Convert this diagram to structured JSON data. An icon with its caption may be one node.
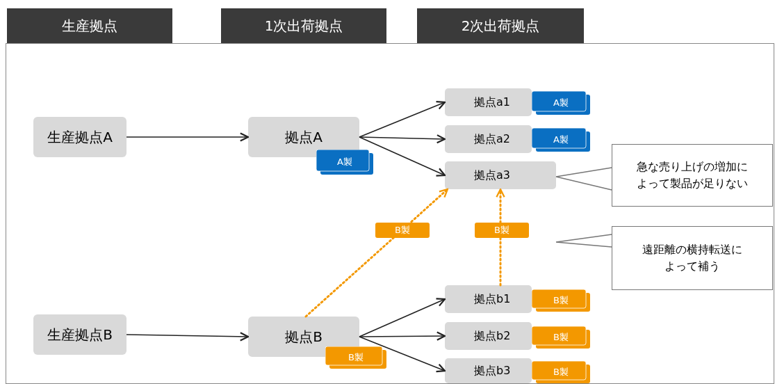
{
  "diagram": {
    "nodes": [
      {
        "text": [
          "生産拠点"
        ]
      },
      {
        "text": [
          "1次出荷拠点"
        ]
      },
      {
        "text": [
          "2次出荷拠点"
        ]
      },
      {
        "text": [
          "生産拠点A"
        ]
      },
      {
        "text": [
          "拠点A"
        ]
      },
      {
        "text": [
          "A製"
        ]
      },
      {
        "text": [
          "拠点a1"
        ]
      },
      {
        "text": [
          "A製"
        ]
      },
      {
        "text": [
          "拠点a2"
        ]
      },
      {
        "text": [
          "A製"
        ]
      },
      {
        "text": [
          "拠点a3"
        ]
      },
      {
        "text": [
          "急な売り上げの増加によって製品が足りない"
        ]
      },
      {
        "text": [
          "遠距離の横持転送によって補う"
        ]
      },
      {
        "text": [
          "生産拠点B"
        ]
      },
      {
        "text": [
          "拠点B"
        ]
      },
      {
        "text": [
          "B製"
        ]
      },
      {
        "text": [
          "拠点b1"
        ]
      },
      {
        "text": [
          "B製"
        ]
      },
      {
        "text": [
          "拠点b2"
        ]
      },
      {
        "text": [
          "B製"
        ]
      },
      {
        "text": [
          "拠点b3"
        ]
      },
      {
        "text": [
          "B製"
        ]
      }
    ],
    "edges": [
      {
        "from": 3,
        "to": 4,
        "arrow": "to"
      },
      {
        "from": 4,
        "to": 6,
        "arrow": "to"
      },
      {
        "from": 4,
        "to": 8,
        "arrow": "to"
      },
      {
        "from": 4,
        "to": 10,
        "arrow": "to"
      },
      {
        "from": 13,
        "to": 14,
        "arrow": "to"
      },
      {
        "from": 14,
        "to": 16,
        "arrow": "to"
      },
      {
        "from": 14,
        "to": 18,
        "arrow": "to"
      },
      {
        "from": 14,
        "to": 20,
        "arrow": "to"
      },
      {
        "from": 14,
        "to": 10,
        "arrow": "to",
        "label": "B製",
        "style": "dashed",
        "color": "#f39800"
      },
      {
        "from": 16,
        "to": 10,
        "arrow": "to",
        "label": "B製",
        "style": "dashed",
        "color": "#f39800"
      },
      {
        "from": 11,
        "to": 10,
        "arrow": "none",
        "color": "#777777"
      },
      {
        "from": 12,
        "to": null,
        "arrow": "none",
        "color": "#777777"
      }
    ]
  }
}
